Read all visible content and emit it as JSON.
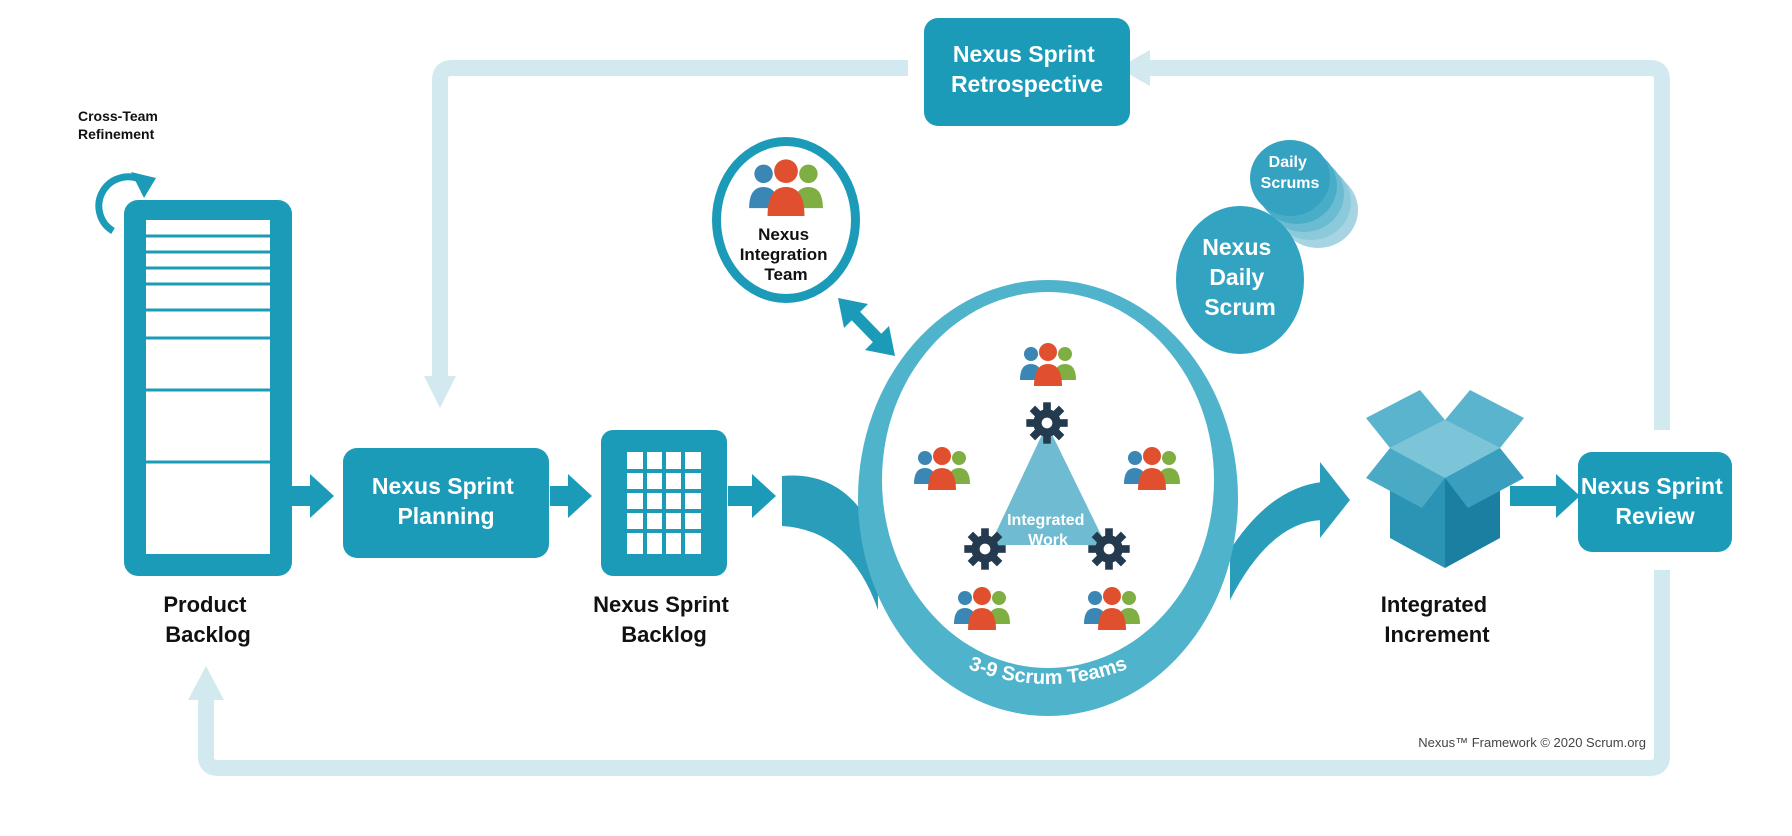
{
  "diagram": {
    "cross_team_refinement": [
      "Cross-Team",
      "Refinement"
    ],
    "product_backlog": [
      "Product",
      "Backlog"
    ],
    "nexus_sprint_planning": [
      "Nexus Sprint",
      "Planning"
    ],
    "nexus_sprint_backlog": [
      "Nexus Sprint",
      "Backlog"
    ],
    "nexus_sprint_retrospective": [
      "Nexus Sprint",
      "Retrospective"
    ],
    "nexus_integration_team": [
      "Nexus",
      "Integration",
      "Team"
    ],
    "daily_scrums": [
      "Daily",
      "Scrums"
    ],
    "nexus_daily_scrum": [
      "Nexus",
      "Daily",
      "Scrum"
    ],
    "integrated_work": [
      "Integrated",
      "Work"
    ],
    "scrum_teams": "3-9 Scrum Teams",
    "integrated_increment": [
      "Integrated",
      "Increment"
    ],
    "nexus_sprint_review": [
      "Nexus Sprint",
      "Review"
    ],
    "copyright": "Nexus™ Framework © 2020 Scrum.org"
  },
  "colors": {
    "primary": "#1b9bb8",
    "light": "#cde7ef",
    "ring": "#4fb3cc",
    "gear": "#243a4e",
    "person_center": "#e0502e",
    "person_left": "#3a86b4",
    "person_right": "#7fae43"
  }
}
